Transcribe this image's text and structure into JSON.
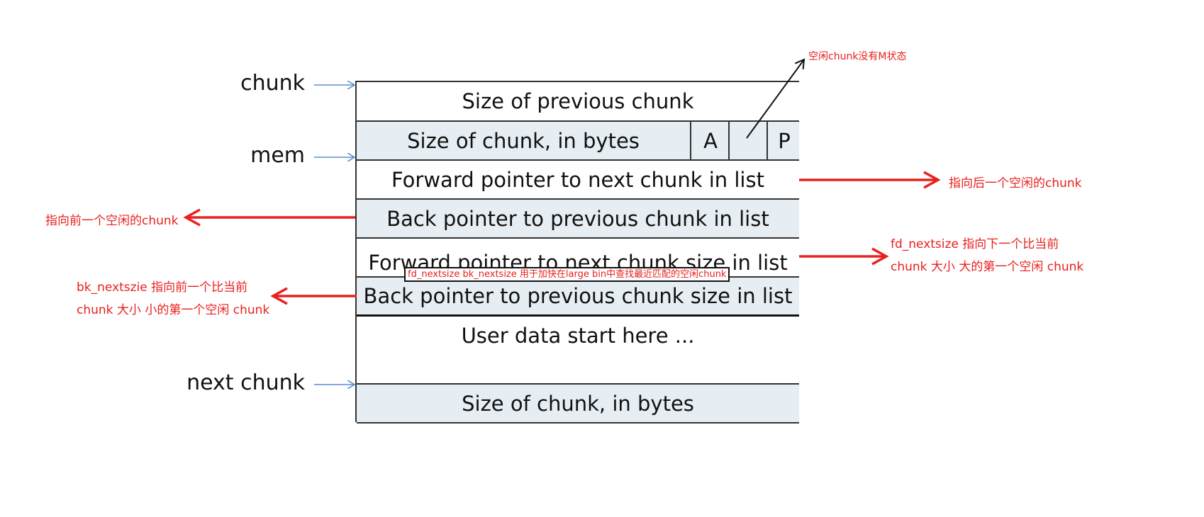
{
  "pointers": {
    "chunk": "chunk",
    "mem": "mem",
    "next_chunk": "next chunk"
  },
  "rows": {
    "prev_size": "Size of previous chunk",
    "size": "Size of chunk, in bytes",
    "flag_a": "A",
    "flag_m": "",
    "flag_p": "P",
    "fd": "Forward pointer to next chunk in list",
    "bk": "Back pointer to previous chunk in list",
    "fd_nextsize": "Forward pointer to next chunk size in list",
    "bk_nextsize": "Back pointer to previous chunk size in list",
    "user_data": "User data start here ...",
    "next_size": "Size of chunk, in bytes"
  },
  "annotations": {
    "no_m_state": "空闲chunk没有M状态",
    "fd_note": "指向后一个空闲的chunk",
    "bk_note": "指向前一个空闲的chunk",
    "fd_nextsize_line1": "fd_nextsize 指向下一个比当前",
    "fd_nextsize_line2": "chunk 大小 大的第一个空闲 chunk",
    "bk_nextsize_line1": "bk_nextszie 指向前一个比当前",
    "bk_nextsize_line2": "chunk 大小 小的第一个空闲 chunk",
    "overlay": "fd_nextsize bk_nextsize 用于加快在large bin中查找最近匹配的空闲chunk"
  },
  "colors": {
    "annotation_red": "#e8201e",
    "pointer_blue": "#5b8bd0",
    "shaded_row": "#e6eef3",
    "border": "#333333"
  },
  "icons": {
    "blue_pointer_arrow": "arrow-right-icon",
    "red_arrow": "arrow-icon",
    "black_arrow": "arrow-up-right-icon"
  }
}
